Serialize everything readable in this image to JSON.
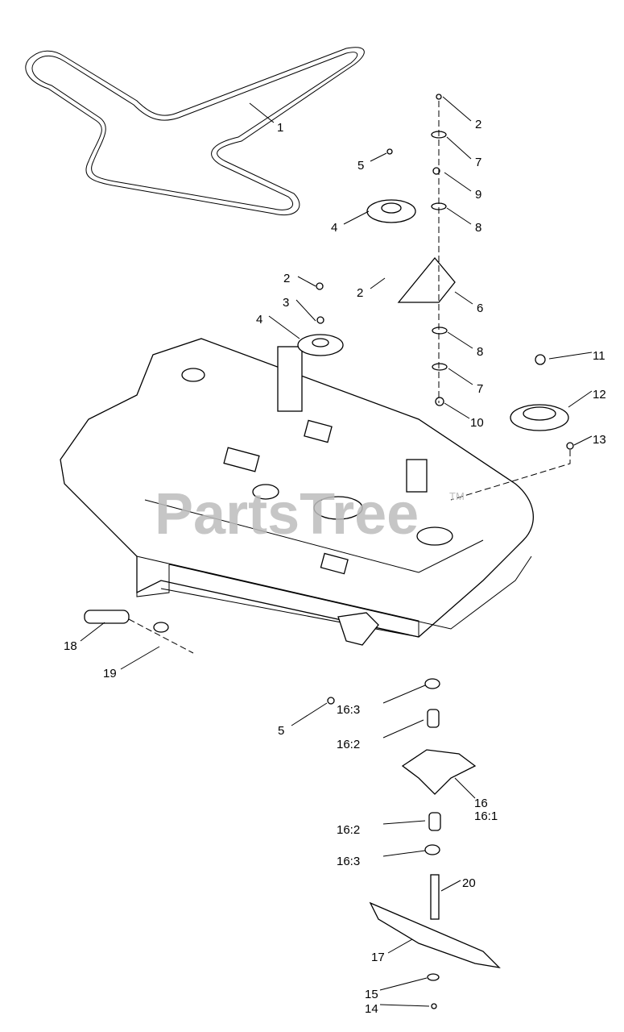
{
  "watermark": {
    "text": "PartsTree",
    "tm": "TM"
  },
  "callouts": [
    "1",
    "2",
    "7",
    "9",
    "8",
    "5",
    "4",
    "2",
    "2",
    "3",
    "6",
    "4",
    "8",
    "7",
    "11",
    "12",
    "10",
    "13",
    "18",
    "19",
    "5",
    "16:3",
    "16:2",
    "16",
    "16:1",
    "16:2",
    "16:3",
    "20",
    "17",
    "15",
    "14"
  ]
}
